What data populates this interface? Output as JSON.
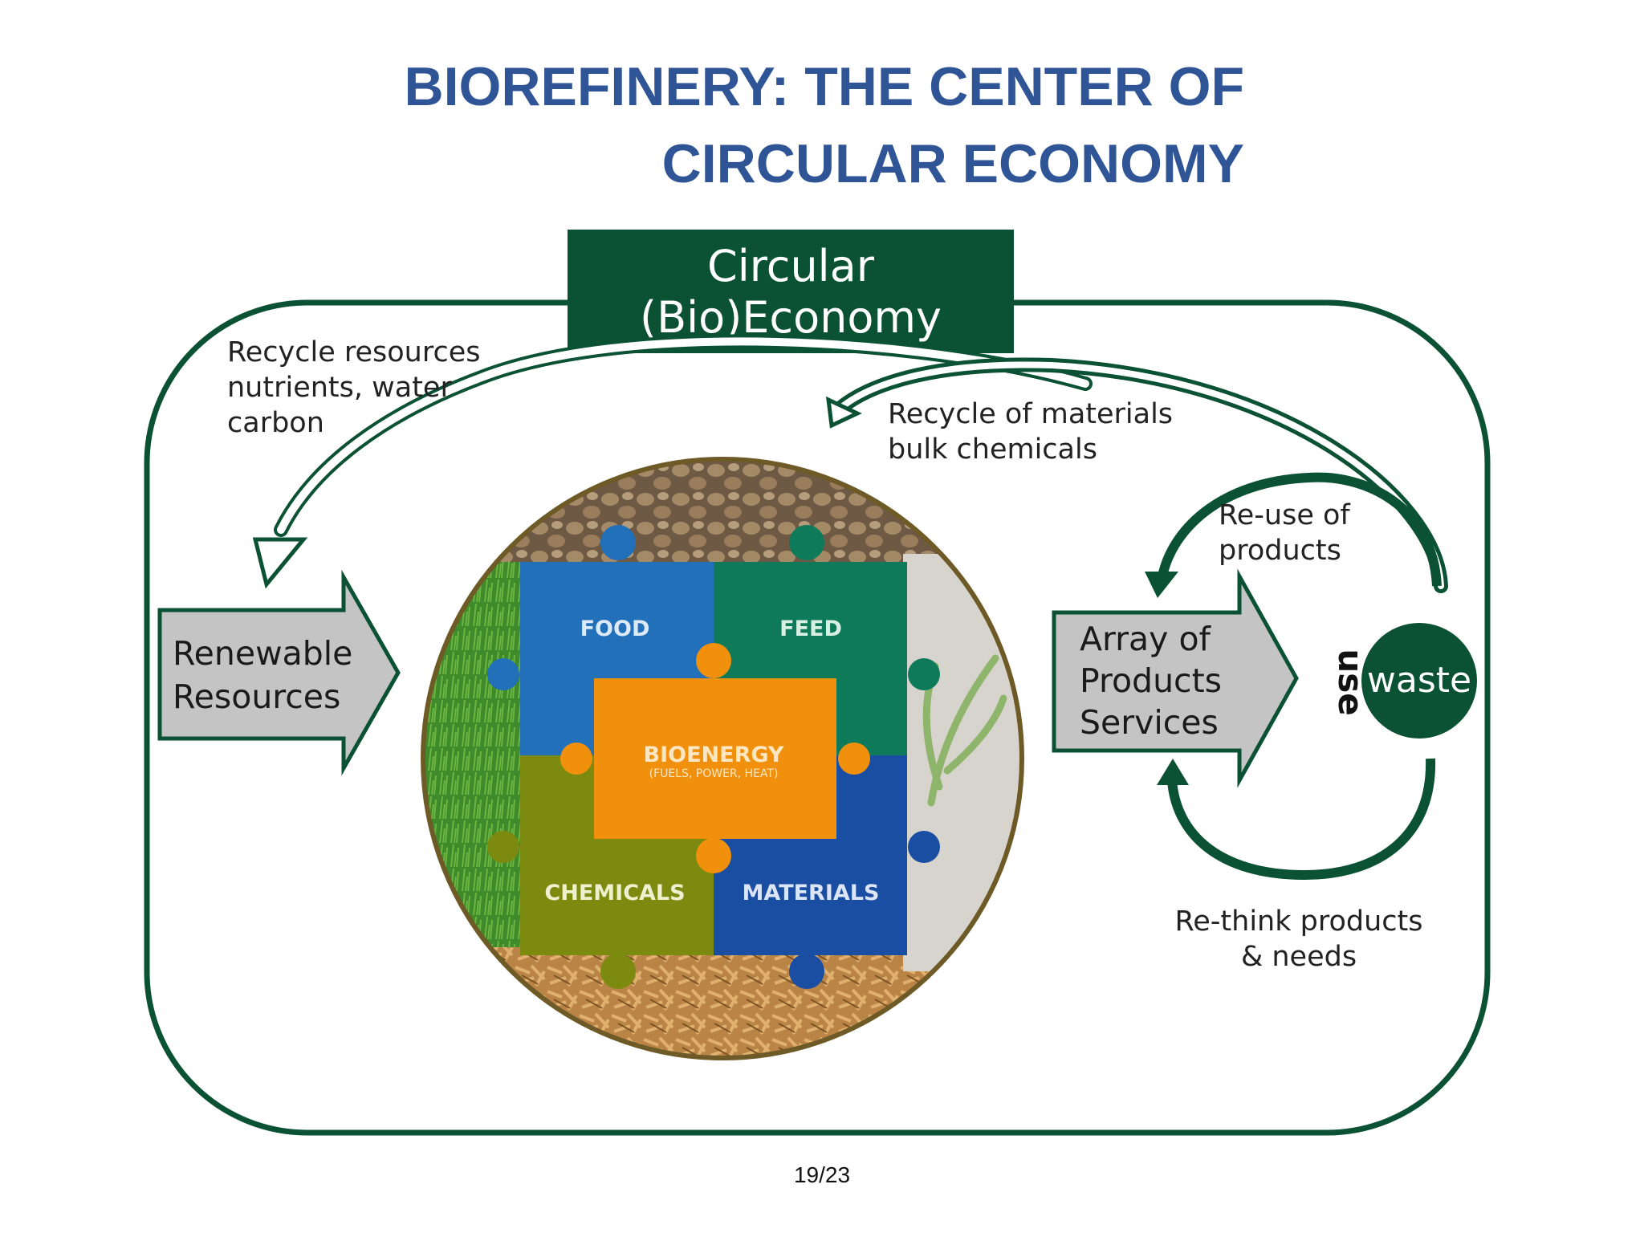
{
  "title": {
    "line1": "BIOREFINERY: THE CENTER OF",
    "line2": "CIRCULAR ECONOMY"
  },
  "diagram": {
    "header": {
      "line1": "Circular",
      "line2": "(Bio)Economy"
    },
    "recycle_resources": {
      "line1": "Recycle resources",
      "line2": "nutrients, water",
      "line3": "carbon"
    },
    "recycle_materials": {
      "line1": "Recycle of materials",
      "line2": "bulk chemicals"
    },
    "renewable": {
      "line1": "Renewable",
      "line2": "Resources"
    },
    "array": {
      "line1": "Array of",
      "line2": "Products",
      "line3": "Services"
    },
    "use_label": "use",
    "waste_label": "waste",
    "reuse": {
      "line1": "Re-use of",
      "line2": "products"
    },
    "rethink": {
      "line1": "Re-think products",
      "line2": "& needs"
    },
    "puzzle": {
      "food": "FOOD",
      "feed": "FEED",
      "bioenergy": "BIOENERGY",
      "bioenergy_sub": "(FUELS, POWER, HEAT)",
      "chemicals": "CHEMICALS",
      "materials": "MATERIALS"
    }
  },
  "colors": {
    "title_blue": "#2f5597",
    "dark_green": "#0b5134",
    "food_blue": "#2270b9",
    "feed_green": "#0f7a5a",
    "bioenergy_orange": "#f0900c",
    "chemicals_olive": "#7d8a10",
    "materials_blue": "#1a4ea3",
    "arrow_gray": "#c4c4c4"
  },
  "page_number": "19/23"
}
